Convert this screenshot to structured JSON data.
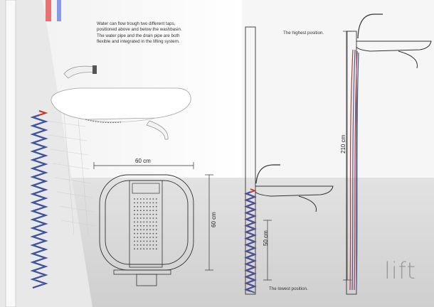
{
  "description": {
    "lines": [
      "Water can flow trough two different taps,",
      "positioned above and below the washbasin.",
      "The water pipe and the drain pipe are both",
      "flexible and integrated in the lifting system."
    ]
  },
  "labels": {
    "width": "60 cm",
    "height": "60 cm",
    "min_height": "50 cm",
    "max_height": "210 cm",
    "highest": "The highest position.",
    "lowest": "The lowest position."
  },
  "brand": "lift",
  "colors": {
    "pipe_red": "#c0392b",
    "pipe_blue": "#3557a8",
    "line": "#333333"
  }
}
